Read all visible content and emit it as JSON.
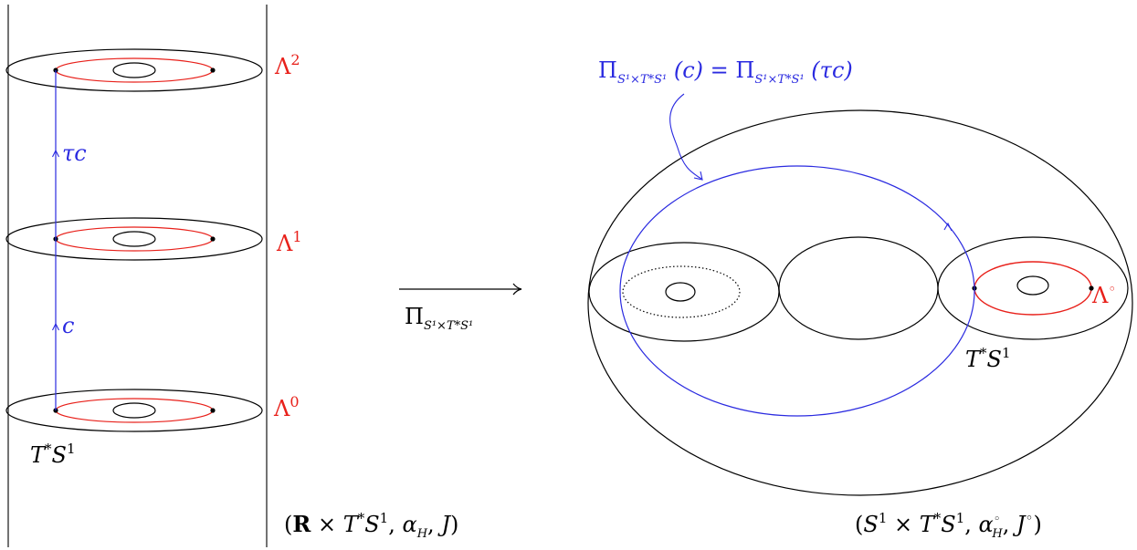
{
  "colors": {
    "ink": "#000000",
    "red": "#e8201a",
    "blue": "#2a2ae0"
  },
  "left": {
    "levels": [
      {
        "lambda": "Λ",
        "sup": "2"
      },
      {
        "lambda": "Λ",
        "sup": "1"
      },
      {
        "lambda": "Λ",
        "sup": "0"
      }
    ],
    "fiber_label": {
      "base": "T",
      "star": "*",
      "S": "S",
      "sup": "1"
    },
    "chord_c": "c",
    "chord_tau": "τc",
    "caption": {
      "open": "(",
      "R": "R",
      "times": " × ",
      "T": "T",
      "star": "*",
      "S": "S",
      "sup1": "1",
      "comma1": ", ",
      "alpha": "α",
      "sub": "H",
      "comma2": ", ",
      "J": "J",
      "close": ")"
    }
  },
  "arrow": {
    "Pi": "Π",
    "sub": "S¹×T*S¹"
  },
  "right": {
    "lambda": "Λ",
    "lambda_sup": "◦",
    "fiber_label": {
      "base": "T",
      "star": "*",
      "S": "S",
      "sup": "1"
    },
    "projection": {
      "Pi": "Π",
      "sub": "S¹×T*S¹",
      "arg1": " (c) = ",
      "Pi2": "Π",
      "sub2": "S¹×T*S¹",
      "arg2": " (τc)"
    },
    "caption": {
      "open": "(",
      "S": "S",
      "sup1": "1",
      "times": " × ",
      "T": "T",
      "star": "*",
      "S2": "S",
      "sup2": "1",
      "comma1": ", ",
      "alpha": "α",
      "sup3": "◦",
      "sub": "H",
      "comma2": ", ",
      "J": "J",
      "sup4": "◦",
      "close": ")"
    }
  }
}
